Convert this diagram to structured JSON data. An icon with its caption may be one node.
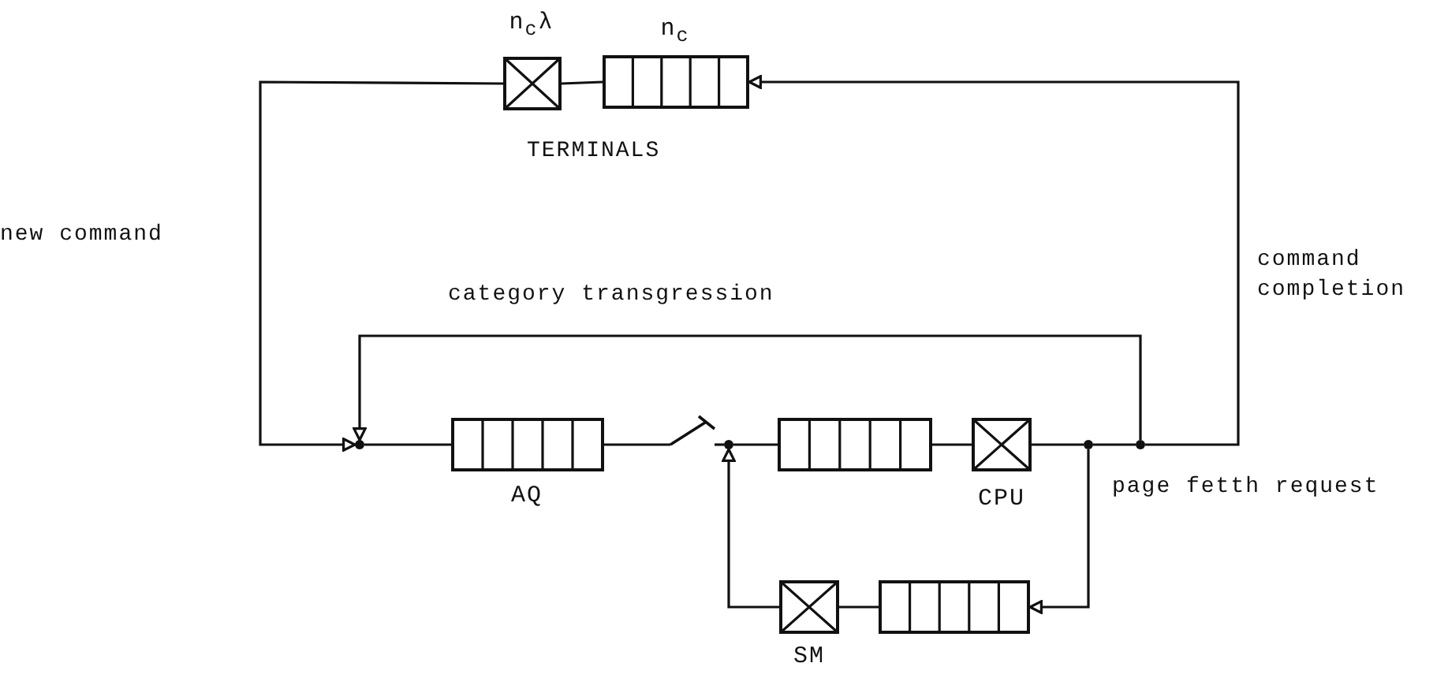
{
  "diagram": {
    "nodes": [
      {
        "text": [],
        "shape": "box",
        "beside": [
          "n$_{c}$λ"
        ]
      },
      {
        "text": [],
        "shape": "bar",
        "beside": [
          "n$_{c}$"
        ]
      },
      {
        "text": [],
        "shape": "circle"
      },
      {
        "text": [],
        "shape": "bar",
        "beside": [
          "AQ"
        ]
      },
      {
        "text": [],
        "shape": "switch"
      },
      {
        "text": [],
        "shape": "circle"
      },
      {
        "text": [],
        "shape": "bar"
      },
      {
        "text": [],
        "shape": "box",
        "beside": [
          "CPU"
        ]
      },
      {
        "text": [],
        "shape": "circle"
      },
      {
        "text": [],
        "shape": "circle"
      },
      {
        "text": [],
        "shape": "box",
        "beside": [
          "SM"
        ]
      },
      {
        "text": [],
        "shape": "bar"
      }
    ],
    "edges": [
      {
        "from": 9,
        "to": 1,
        "arrow": "to",
        "label": "command completion"
      },
      {
        "from": 1,
        "to": 0,
        "arrow": "none"
      },
      {
        "from": 0,
        "to": 2,
        "arrow": "to",
        "label": "new command"
      },
      {
        "from": 2,
        "to": 3,
        "arrow": "none"
      },
      {
        "from": 3,
        "to": 4,
        "arrow": "none"
      },
      {
        "from": 4,
        "to": 5,
        "arrow": "none"
      },
      {
        "from": 5,
        "to": 6,
        "arrow": "none"
      },
      {
        "from": 6,
        "to": 7,
        "arrow": "none"
      },
      {
        "from": 7,
        "to": 8,
        "arrow": "none"
      },
      {
        "from": 8,
        "to": 9,
        "arrow": "none"
      },
      {
        "from": 9,
        "to": 2,
        "arrow": "to",
        "label": "category transgression"
      },
      {
        "from": 8,
        "to": 11,
        "arrow": "to",
        "label": "page fetth request"
      },
      {
        "from": 11,
        "to": 10,
        "arrow": "none"
      },
      {
        "from": 10,
        "to": 5,
        "arrow": "to"
      }
    ],
    "labels": [
      "TERMINALS"
    ]
  }
}
